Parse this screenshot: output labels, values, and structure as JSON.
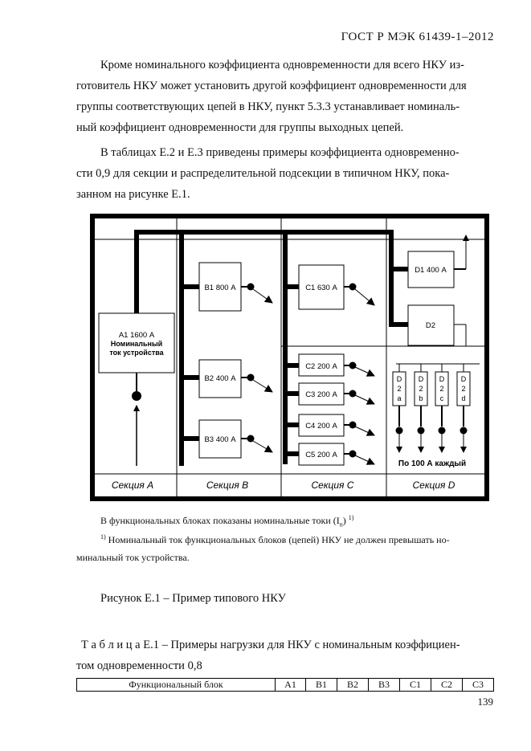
{
  "header": {
    "doc_id": "ГОСТ Р МЭК 61439-1–2012"
  },
  "body": {
    "p1": [
      "Кроме номинального коэффициента одновременности для всего НКУ из-",
      "готовитель НКУ может установить другой коэффициент одновременности для",
      "группы соответствующих цепей в НКУ, пункт 5.3.3 устанавливает номиналь-",
      "ный коэффициент одновременности для группы выходных цепей."
    ],
    "p2": [
      "В таблицах Е.2 и Е.3 приведены примеры коэффициента  одновременно-",
      "сти 0,9 для секции и распределительной подсекции в типичном  НКУ, пока-",
      "занном на рисунке Е.1."
    ]
  },
  "figure": {
    "blocks": {
      "a1_line1": "А1 1600 А",
      "a1_line2": "Номинальный",
      "a1_line3": "ток устройства",
      "b1": "В1 800 А",
      "b2": "В2 400 А",
      "b3": "В3 400 А",
      "c1": "С1 630 А",
      "c2": "С2 200 А",
      "c3": "С3 200 А",
      "c4": "С4 200 А",
      "c5": "С5 200 А",
      "d1": "D1 400 А",
      "d2": "D2",
      "d2a": [
        "D",
        "2",
        "a"
      ],
      "d2b": [
        "D",
        "2",
        "b"
      ],
      "d2c": [
        "D",
        "2",
        "c"
      ],
      "d2d": [
        "D",
        "2",
        "d"
      ]
    },
    "outgoing_label": "По 100 А каждый",
    "sections": [
      "Секция А",
      "Секция В",
      "Секция С",
      "Секция D"
    ]
  },
  "notes": {
    "note1": "В функциональных блоках показаны номинальные токи (I",
    "note1_sub": "n",
    "note1_tail": ")",
    "note1_sup": "1)",
    "fn_mark": "1)",
    "fn_line1": " Номинальный ток функциональных блоков (цепей) НКУ не должен превышать  но-",
    "fn_line2": "минальный ток устройства."
  },
  "caption": "Рисунок Е.1 – Пример типового НКУ",
  "table_title": {
    "line1": "Т а б л и ц а  Е.1 – Примеры нагрузки для НКУ с номинальным коэффициен-",
    "line2": "том одновременности 0,8"
  },
  "table": {
    "headers": [
      "Функциональный блок",
      "А1",
      "В1",
      "В2",
      "В3",
      "С1",
      "С2",
      "С3"
    ]
  },
  "page_number": "139"
}
